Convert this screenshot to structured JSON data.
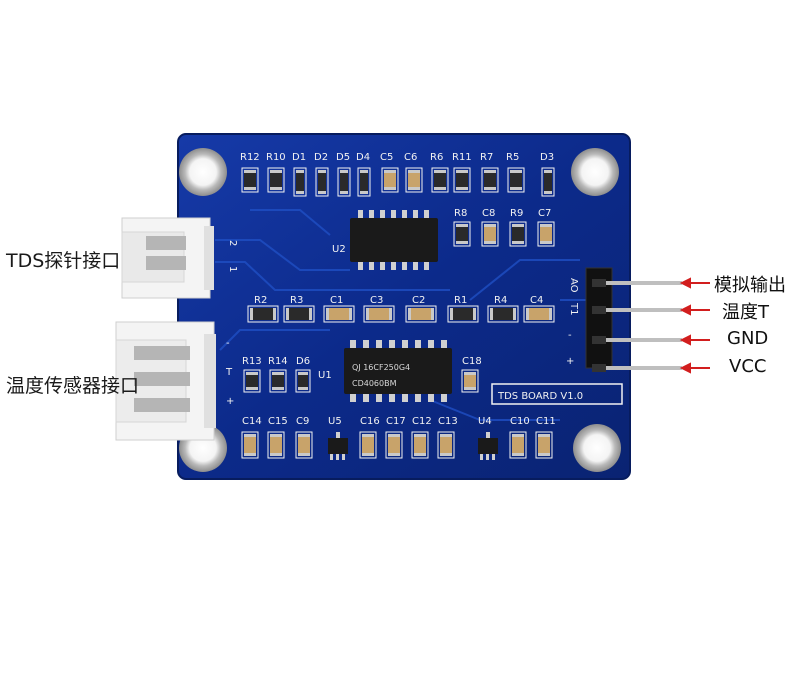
{
  "board": {
    "title": "TDS BOARD V1.0",
    "chip_top_text": "",
    "chip_bottom_text": [
      "QJ 16CF250G4",
      "CD4060BM"
    ],
    "header_labels": [
      "AO",
      "T1",
      "-",
      "+"
    ],
    "connector_top_pins": [
      "2",
      "1"
    ],
    "connector_bottom_pins": [
      "-",
      "T",
      "+"
    ],
    "components_row1": [
      "R12",
      "R10",
      "D1",
      "D2",
      "D5",
      "D4",
      "C5",
      "C6",
      "R6",
      "R11",
      "R7",
      "R5",
      "D3"
    ],
    "components_row2": [
      "R8",
      "C8",
      "R9",
      "C7"
    ],
    "u2_label": "U2",
    "components_row3": [
      "R2",
      "R3",
      "C1",
      "C3",
      "C2",
      "R1",
      "R4",
      "C4"
    ],
    "components_row4": [
      "R13",
      "R14",
      "D6",
      "U1",
      "C18"
    ],
    "components_row5": [
      "C14",
      "C15",
      "C9",
      "U5",
      "C16",
      "C17",
      "C12",
      "C13",
      "U4",
      "C10",
      "C11"
    ],
    "colors": {
      "pcb": "#0c2a8a",
      "pcb_edge": "#071c5e",
      "silk": "#f2f2f2",
      "connector": "#f4f4f4",
      "annotation_line": "#d21e1e"
    }
  },
  "annotations": {
    "left": [
      "TDS探针接口",
      "温度传感器接口"
    ],
    "right": [
      "模拟输出",
      "温度T",
      "GND",
      "VCC"
    ]
  }
}
